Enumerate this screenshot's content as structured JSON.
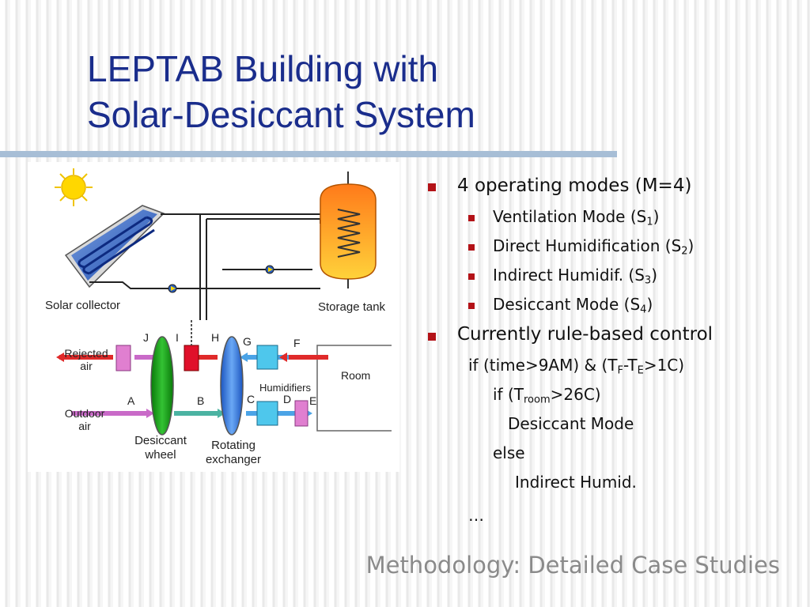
{
  "title": {
    "line1": "LEPTAB Building with",
    "line2": "Solar-Desiccant System"
  },
  "diagram": {
    "labels": {
      "solar_collector": "Solar collector",
      "storage_tank": "Storage tank",
      "rejected_air_1": "Rejected",
      "rejected_air_2": "air",
      "outdoor_air_1": "Outdoor",
      "outdoor_air_2": "air",
      "desiccant_wheel_1": "Desiccant",
      "desiccant_wheel_2": "wheel",
      "rotating_exchanger_1": "Rotating",
      "rotating_exchanger_2": "exchanger",
      "humidifiers": "Humidifiers",
      "room": "Room"
    },
    "points": {
      "A": "A",
      "B": "B",
      "C": "C",
      "D": "D",
      "E": "E",
      "F": "F",
      "G": "G",
      "H": "H",
      "I": "I",
      "J": "J"
    },
    "colors": {
      "sun": "#ffd700",
      "collector": "#2b5fbf",
      "tank_top": "#ff7a1a",
      "tank_bottom": "#ffd23a",
      "desiccant_wheel": "#1aa81a",
      "exchanger_wheel": "#3b7ee8",
      "heater": "#e0102a",
      "humidifier": "#4ec7ec",
      "filter": "#e07fd0",
      "air_hot": "#e02a2a",
      "air_cool": "#4ba3e6",
      "air_warm": "#c96ac8",
      "air_neutral": "#4bb3a2"
    }
  },
  "bullets": {
    "b1": "4 operating modes  (M=4)",
    "s1": {
      "pre": "Ventilation Mode (S",
      "sub": "1",
      "post": ")"
    },
    "s2": {
      "pre": "Direct Humidification (S",
      "sub": "2",
      "post": ")"
    },
    "s3": {
      "pre": "Indirect Humidif. (S",
      "sub": "3",
      "post": ")"
    },
    "s4": {
      "pre": "Desiccant Mode (S",
      "sub": "4",
      "post": ")"
    },
    "b2": "Currently rule-based control",
    "r1": {
      "a": "if (time>9AM) & (T",
      "sub1": "F",
      "b": "-T",
      "sub2": "E",
      "c": ">1C)"
    },
    "r2": {
      "a": "if (T",
      "sub": "room",
      "b": ">26C)"
    },
    "r3": "Desiccant Mode",
    "r4": "else",
    "r5": "Indirect Humid.",
    "r6": "…"
  },
  "footer": "Methodology: Detailed Case Studies"
}
